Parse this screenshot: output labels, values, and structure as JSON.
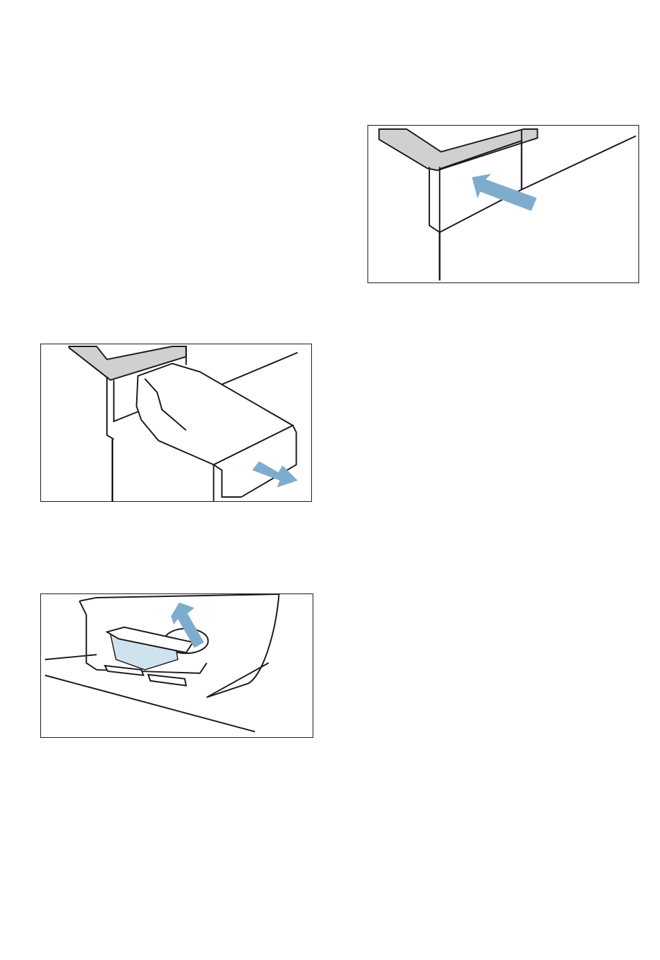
{
  "page": {
    "background": "#ffffff",
    "figures": [
      {
        "id": "insert-dispenser-drawer",
        "arrow": "push-in"
      },
      {
        "id": "pull-out-dispenser-drawer",
        "arrow": "pull-out"
      },
      {
        "id": "lift-out-insert",
        "arrow": "lift-up"
      }
    ]
  },
  "colors": {
    "arrow": "#7eaccd",
    "frame_gray": "#d0d0d0",
    "insert_blue": "#cfe3ef",
    "line": "#1a1a1a"
  }
}
